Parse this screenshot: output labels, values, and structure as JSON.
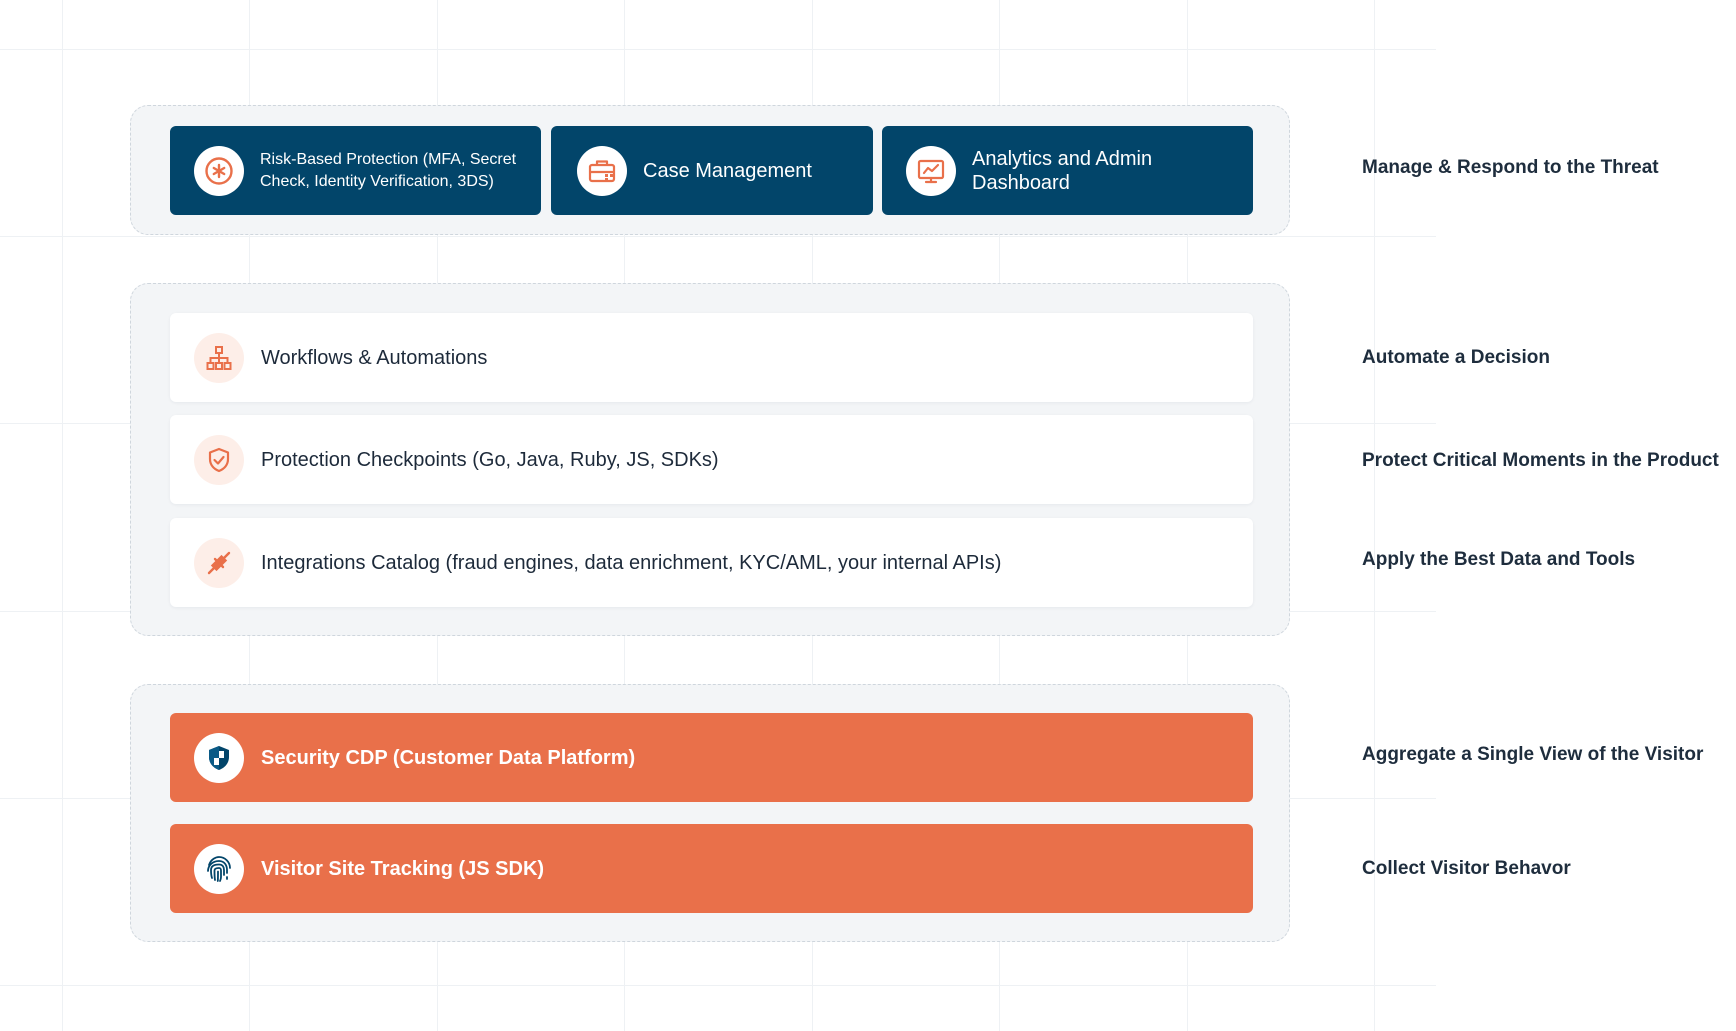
{
  "colors": {
    "navy": "#02456a",
    "orange": "#e9704a",
    "tint": "#fdeee8",
    "group_bg": "#f3f5f7",
    "text": "#1e2d3d"
  },
  "layers": {
    "manage": {
      "cards": [
        {
          "label": "Risk-Based Protection (MFA, Secret Check, Identity Verification, 3DS)",
          "icon": "asterisk-circle-icon"
        },
        {
          "label": "Case Management",
          "icon": "briefcase-icon"
        },
        {
          "label": "Analytics and Admin Dashboard",
          "icon": "monitor-chart-icon"
        }
      ]
    },
    "automate": {
      "cards": [
        {
          "label": "Workflows & Automations",
          "icon": "org-chart-icon"
        },
        {
          "label": "Protection Checkpoints (Go, Java, Ruby, JS, SDKs)",
          "icon": "shield-check-icon"
        },
        {
          "label": "Integrations Catalog (fraud engines, data enrichment, KYC/AML, your internal APIs)",
          "icon": "plug-icon"
        }
      ]
    },
    "data": {
      "cards": [
        {
          "label": "Security CDP (Customer Data Platform)",
          "icon": "shield-icon"
        },
        {
          "label": "Visitor Site Tracking (JS SDK)",
          "icon": "fingerprint-icon"
        }
      ]
    }
  },
  "right_labels": [
    "Manage & Respond to the Threat",
    "Automate a Decision",
    "Protect Critical Moments in the Product",
    "Apply the Best Data and Tools",
    "Aggregate a Single View of the Visitor",
    "Collect Visitor Behavor"
  ]
}
